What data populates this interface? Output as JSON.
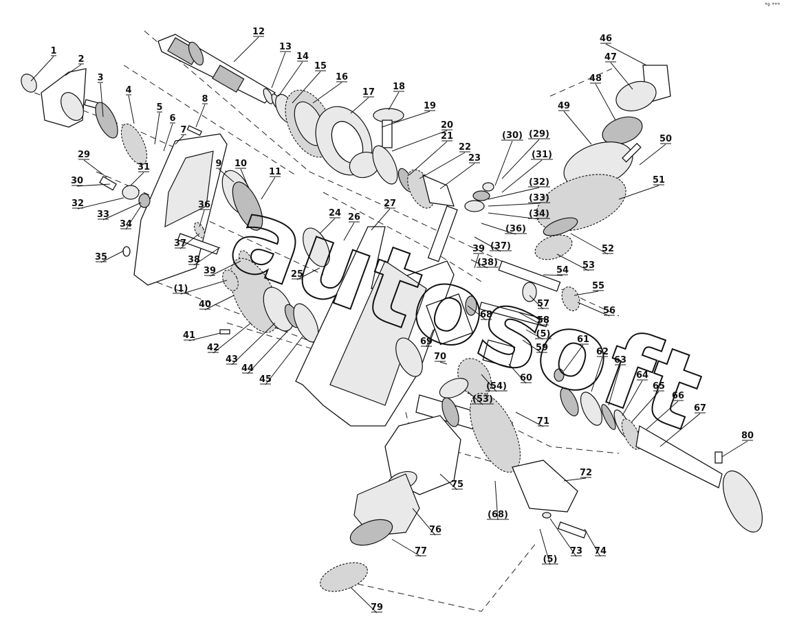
{
  "corner_mark": "°º °°°",
  "watermark": "autosoft",
  "callouts": [
    "1",
    "2",
    "3",
    "4",
    "5",
    "6",
    "7",
    "8",
    "9",
    "10",
    "11",
    "12",
    "13",
    "14",
    "15",
    "16",
    "17",
    "18",
    "19",
    "20",
    "21",
    "22",
    "23",
    "24",
    "25",
    "26",
    "27",
    "29",
    "30",
    "31",
    "32",
    "33",
    "34",
    "35",
    "36",
    "37",
    "38",
    "39",
    "(1)",
    "40",
    "41",
    "42",
    "43",
    "44",
    "45",
    "46",
    "47",
    "48",
    "49",
    "50",
    "51",
    "52",
    "53",
    "54",
    "55",
    "56",
    "57",
    "58",
    "(5)",
    "59",
    "60",
    "61",
    "62",
    "63",
    "64",
    "65",
    "66",
    "67",
    "68",
    "69",
    "70",
    "(54)",
    "(53)",
    "71",
    "72",
    "73",
    "74",
    "75",
    "76",
    "77",
    "79",
    "80",
    "(30)",
    "(29)",
    "(31)",
    "(32)",
    "(33)",
    "(34)",
    "(36)",
    "(37)",
    "(38)",
    "39",
    "(68)",
    "(5)"
  ]
}
